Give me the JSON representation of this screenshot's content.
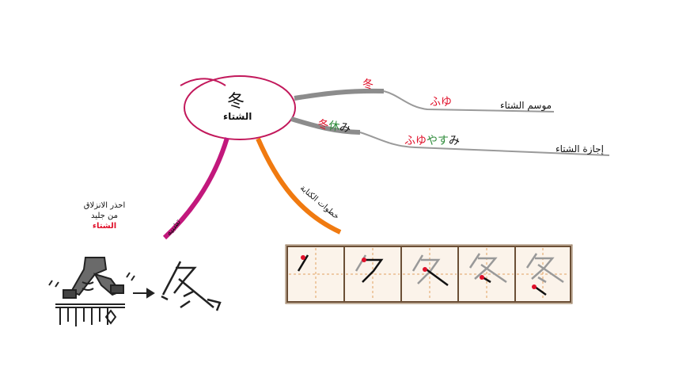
{
  "center": {
    "kanji": "冬",
    "meaning": "الشتاء"
  },
  "branch1": {
    "kanji": "冬",
    "kana": "ふゆ",
    "meaning": "موسم الشتاء"
  },
  "branch2": {
    "kanji_parts": [
      "冬",
      "休",
      "み"
    ],
    "kana_parts": [
      "ふゆ",
      "やす",
      "み"
    ],
    "meaning": "إجازة الشتاء"
  },
  "branch_labels": {
    "mnemonic": "تشبيه",
    "stroke_order": "خطوات الكتابة"
  },
  "mnemonic": {
    "line1": "احذر الانزلاق",
    "line2": "من جليد",
    "line3": "الشتاء"
  },
  "stroke_glyph": "冬",
  "colors": {
    "red": "#e0102a",
    "green": "#2e8b3a",
    "pink": "#c2187c",
    "orange": "#f07a10",
    "gridBorder": "#8b6b4a",
    "gridBg": "#fbf3ea"
  }
}
